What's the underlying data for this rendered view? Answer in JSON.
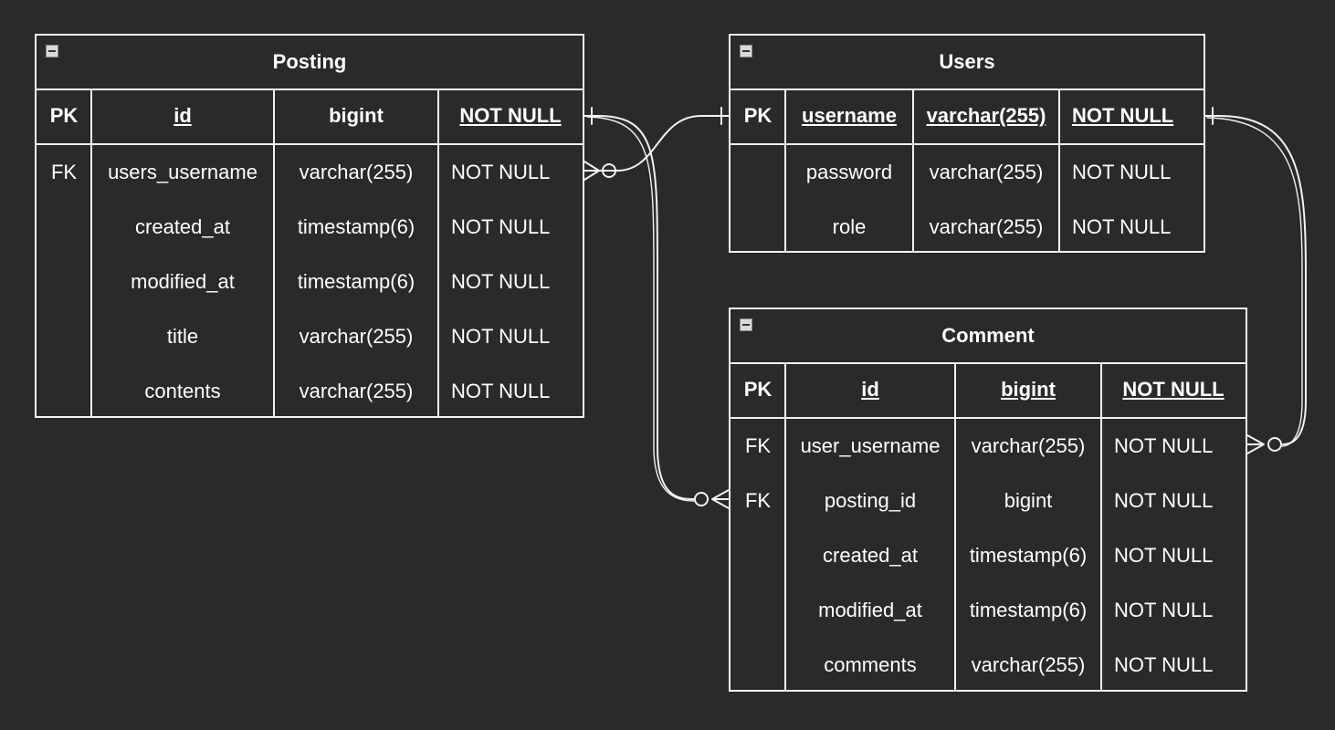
{
  "entities": {
    "posting": {
      "title": "Posting",
      "pk": {
        "key": "PK",
        "name": "id",
        "type": "bigint",
        "null": "NOT NULL"
      },
      "rows": [
        {
          "key": "FK",
          "name": "users_username",
          "type": "varchar(255)",
          "null": "NOT NULL"
        },
        {
          "key": "",
          "name": "created_at",
          "type": "timestamp(6)",
          "null": "NOT NULL"
        },
        {
          "key": "",
          "name": "modified_at",
          "type": "timestamp(6)",
          "null": "NOT NULL"
        },
        {
          "key": "",
          "name": "title",
          "type": "varchar(255)",
          "null": "NOT NULL"
        },
        {
          "key": "",
          "name": "contents",
          "type": "varchar(255)",
          "null": "NOT NULL"
        }
      ]
    },
    "users": {
      "title": "Users",
      "pk": {
        "key": "PK",
        "name": "username",
        "type": "varchar(255)",
        "null": "NOT NULL"
      },
      "rows": [
        {
          "key": "",
          "name": "password",
          "type": "varchar(255)",
          "null": "NOT NULL"
        },
        {
          "key": "",
          "name": "role",
          "type": "varchar(255)",
          "null": "NOT NULL"
        }
      ]
    },
    "comment": {
      "title": "Comment",
      "pk": {
        "key": "PK",
        "name": "id",
        "type": "bigint",
        "null": "NOT NULL"
      },
      "rows": [
        {
          "key": "FK",
          "name": "user_username",
          "type": "varchar(255)",
          "null": "NOT NULL"
        },
        {
          "key": "FK",
          "name": "posting_id",
          "type": "bigint",
          "null": "NOT NULL"
        },
        {
          "key": "",
          "name": "created_at",
          "type": "timestamp(6)",
          "null": "NOT NULL"
        },
        {
          "key": "",
          "name": "modified_at",
          "type": "timestamp(6)",
          "null": "NOT NULL"
        },
        {
          "key": "",
          "name": "comments",
          "type": "varchar(255)",
          "null": "NOT NULL"
        }
      ]
    }
  },
  "colors": {
    "background": "#2a2a2a",
    "line": "#f2f2f2"
  }
}
